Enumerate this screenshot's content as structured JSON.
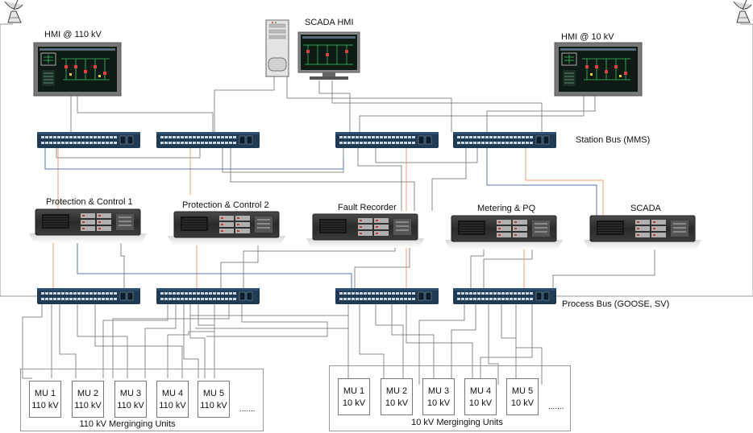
{
  "hmis": {
    "hmi_110": {
      "label": "HMI @ 110 kV"
    },
    "hmi_10": {
      "label": "HMI @ 10 kV"
    },
    "scada_hmi": {
      "label": "SCADA HMI"
    }
  },
  "buses": {
    "station": {
      "label": "Station Bus (MMS)"
    },
    "process": {
      "label": "Process Bus (GOOSE, SV)"
    }
  },
  "servers": [
    {
      "label": "Protection & Control 1"
    },
    {
      "label": "Protection & Control 2"
    },
    {
      "label": "Fault Recorder"
    },
    {
      "label": "Metering & PQ"
    },
    {
      "label": "SCADA"
    }
  ],
  "mu_110": {
    "group_label": "110 kV Merginging Units",
    "units": [
      {
        "name": "MU 1",
        "voltage": "110 kV"
      },
      {
        "name": "MU 2",
        "voltage": "110 kV"
      },
      {
        "name": "MU 3",
        "voltage": "110 kV"
      },
      {
        "name": "MU 4",
        "voltage": "110 kV"
      },
      {
        "name": "MU 5",
        "voltage": "110 kV"
      }
    ],
    "ellipsis": "......."
  },
  "mu_10": {
    "group_label": "10 kV Merginging Units",
    "units": [
      {
        "name": "MU 1",
        "voltage": "10 kV"
      },
      {
        "name": "MU 2",
        "voltage": "10 kV"
      },
      {
        "name": "MU 3",
        "voltage": "10 kV"
      },
      {
        "name": "MU 4",
        "voltage": "10 kV"
      },
      {
        "name": "MU 5",
        "voltage": "10 kV"
      }
    ],
    "ellipsis": "......."
  },
  "colors": {
    "link_gray": "#8c8c8c",
    "link_orange": "#f0a070",
    "link_blue": "#5a7ab0",
    "switch_body": "#1f3a52",
    "screen_bg": "#0e1a14"
  }
}
